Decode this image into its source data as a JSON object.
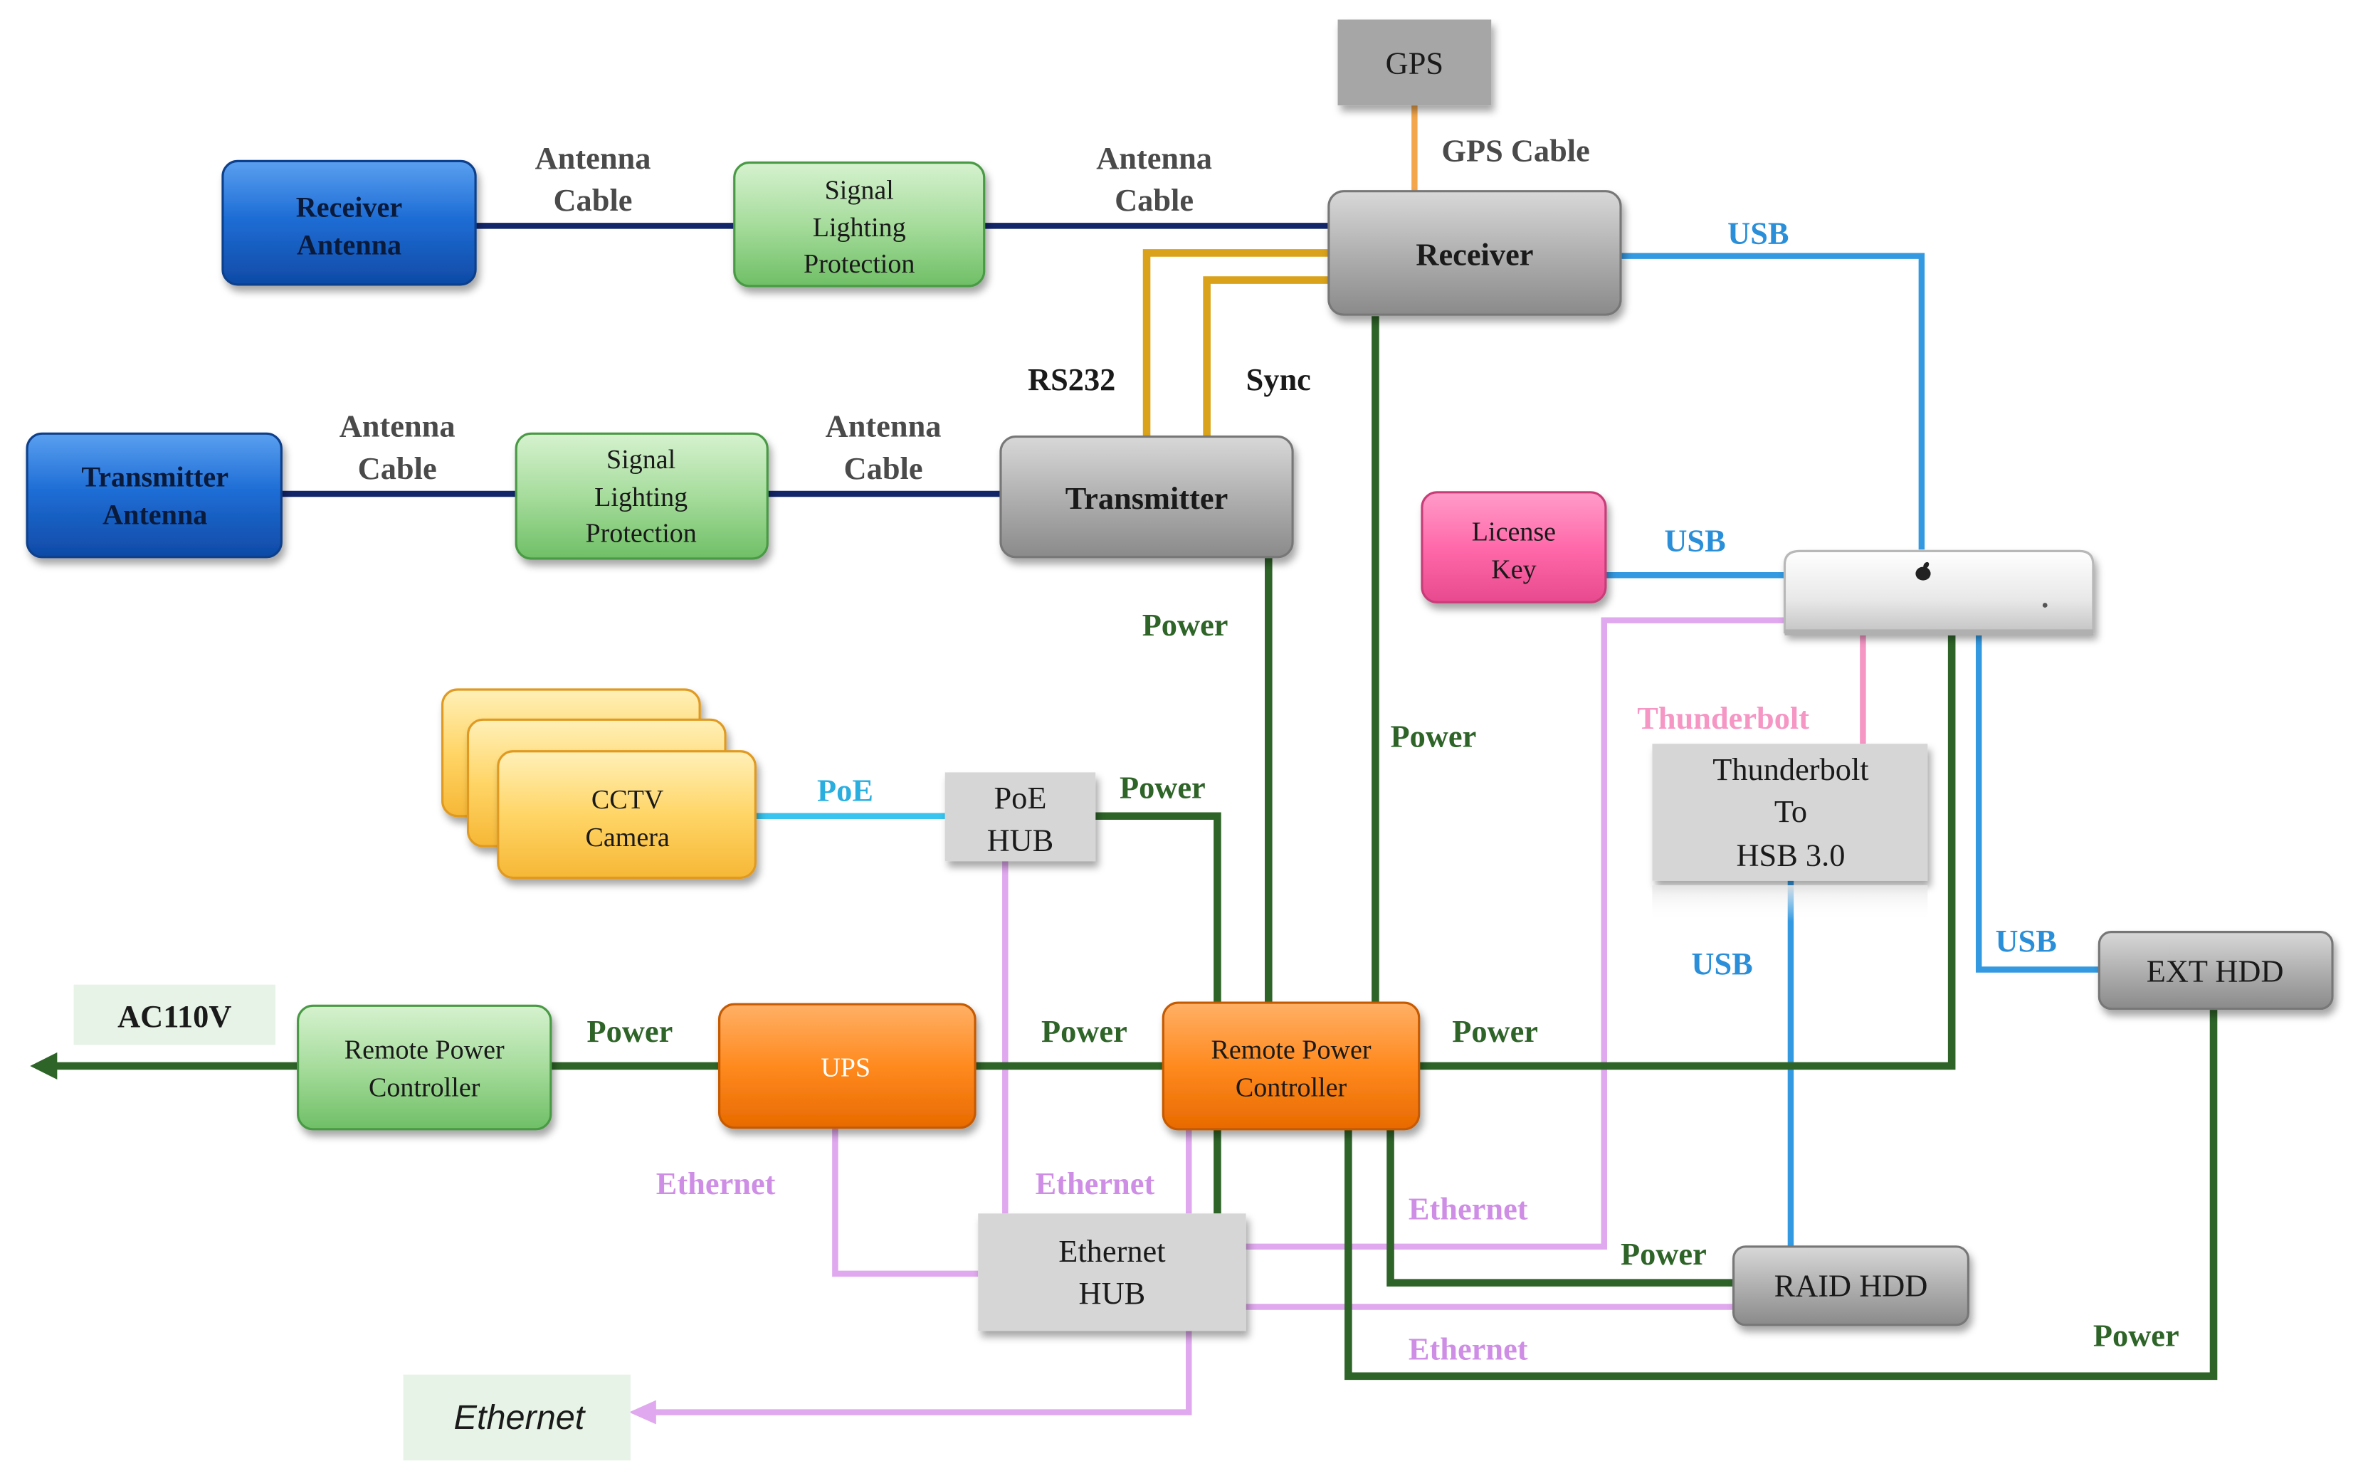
{
  "colors": {
    "antenna_cable": "#13266a",
    "gps_cable": "#f3a64b",
    "serial_sync": "#d9a21a",
    "usb": "#3399e0",
    "power": "#2e6428",
    "ethernet": "#e0a8ee",
    "poe": "#38c4ee",
    "thunderbolt": "#f596c4",
    "blue_box": "#1f6ed6",
    "green_box": "#95d38c",
    "gray_box": "#a6a6a6",
    "orange_box": "#ff8a1f",
    "yellow_box": "#ffd566",
    "pink_box": "#ff69aa",
    "light_green_box": "#e6f3e6",
    "light_gray_box": "#d6d6d6"
  },
  "nodes": {
    "gps": {
      "label": "GPS"
    },
    "receiver_antenna": {
      "line1": "Receiver",
      "line2": "Antenna"
    },
    "signal_protection_1": {
      "line1": "Signal",
      "line2": "Lighting",
      "line3": "Protection"
    },
    "receiver": {
      "label": "Receiver"
    },
    "transmitter_antenna": {
      "line1": "Transmitter",
      "line2": "Antenna"
    },
    "signal_protection_2": {
      "line1": "Signal",
      "line2": "Lighting",
      "line3": "Protection"
    },
    "transmitter": {
      "label": "Transmitter"
    },
    "license_key": {
      "line1": "License",
      "line2": "Key"
    },
    "mac_mini": {
      "icon": "apple-logo-icon"
    },
    "cctv_camera": {
      "line1": "CCTV",
      "line2": "Camera"
    },
    "poe_hub": {
      "line1": "PoE",
      "line2": "HUB"
    },
    "thunderbolt_adapter": {
      "line1": "Thunderbolt",
      "line2": "To",
      "line3": "HSB 3.0"
    },
    "ext_hdd": {
      "label": "EXT HDD"
    },
    "ac110v": {
      "label": "AC110V"
    },
    "remote_power_controller_1": {
      "line1": "Remote Power",
      "line2": "Controller"
    },
    "ups": {
      "label": "UPS"
    },
    "remote_power_controller_2": {
      "line1": "Remote Power",
      "line2": "Controller"
    },
    "ethernet_hub": {
      "line1": "Ethernet",
      "line2": "HUB"
    },
    "raid_hdd": {
      "label": "RAID HDD"
    },
    "ethernet_out": {
      "label": "Ethernet"
    }
  },
  "links": {
    "antenna_cable_1": {
      "line1": "Antenna",
      "line2": "Cable"
    },
    "antenna_cable_2": {
      "line1": "Antenna",
      "line2": "Cable"
    },
    "antenna_cable_3": {
      "line1": "Antenna",
      "line2": "Cable"
    },
    "antenna_cable_4": {
      "line1": "Antenna",
      "line2": "Cable"
    },
    "gps_cable": "GPS Cable",
    "usb_receiver": "USB",
    "rs232": "RS232",
    "sync": "Sync",
    "usb_license": "USB",
    "power_transmitter": "Power",
    "power_receiver": "Power",
    "thunderbolt": "Thunderbolt",
    "poe": "PoE",
    "power_poe": "Power",
    "usb_raid": "USB",
    "usb_ext": "USB",
    "power_ac": "Power",
    "power_ups": "Power",
    "power_mac": "Power",
    "ethernet_ups": "Ethernet",
    "ethernet_poe": "Ethernet",
    "ethernet_mac": "Ethernet",
    "power_raid": "Power",
    "ethernet_raid": "Ethernet",
    "power_ext": "Power"
  }
}
